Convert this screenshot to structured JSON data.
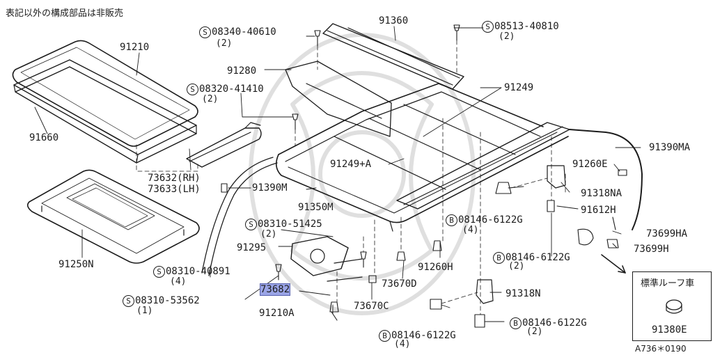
{
  "note_top": "表記以外の構成部品は非販売",
  "figure_code": "A736＊0190",
  "inset_title": "標準ルーフ車",
  "prefix": {
    "S": "S",
    "B": "B"
  },
  "labels": {
    "p91210": "91210",
    "p91660": "91660",
    "p91250n": "91250N",
    "p91360": "91360",
    "p91280": "91280",
    "p91249": "91249",
    "p91249a": "91249+A",
    "p91390m": "91390M",
    "p91350m": "91350M",
    "p91390ma": "91390MA",
    "p91260e": "91260E",
    "p91318na": "91318NA",
    "p91612h": "91612H",
    "p73699ha": "73699HA",
    "p73699h": "73699H",
    "p91260h": "91260H",
    "p91318n": "91318N",
    "p73670d": "73670D",
    "p73670c": "73670C",
    "p91295": "91295",
    "p73682": "73682",
    "p91210a": "91210A",
    "p73632": "73632(RH)",
    "p73633": "73633(LH)",
    "p91380e": "91380E"
  },
  "screws": {
    "s08340": {
      "code": "08340-40610",
      "qty": "(2)"
    },
    "s08513": {
      "code": "08513-40810",
      "qty": "(2)"
    },
    "s08320": {
      "code": "08320-41410",
      "qty": "(2)"
    },
    "s08310a": {
      "code": "08310-51425",
      "qty": "(2)"
    },
    "s08310b": {
      "code": "08310-40891",
      "qty": "(4)"
    },
    "s08310c": {
      "code": "08310-53562",
      "qty": "(1)"
    }
  },
  "bolts": {
    "b1": {
      "code": "08146-6122G",
      "qty": "(4)"
    },
    "b2": {
      "code": "08146-6122G",
      "qty": "(2)"
    },
    "b3": {
      "code": "08146-6122G",
      "qty": "(2)"
    },
    "b4": {
      "code": "08146-6122G",
      "qty": "(4)"
    }
  }
}
